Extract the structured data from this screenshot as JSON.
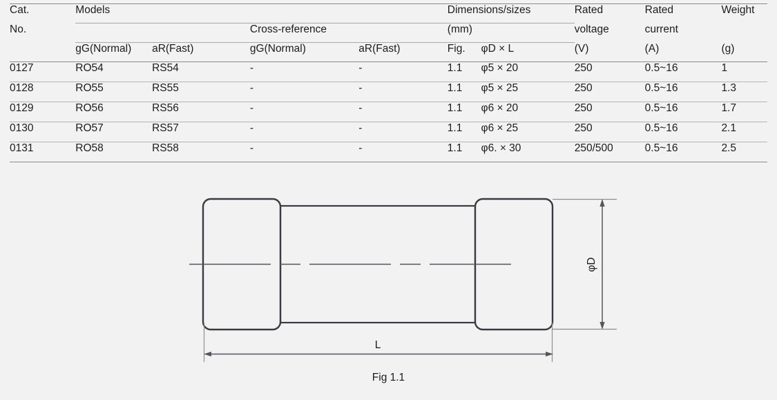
{
  "table": {
    "group_headers": {
      "cat_no_line1": "Cat.",
      "cat_no_line2": "No.",
      "models": "Models",
      "cross_reference": "Cross-reference",
      "dimensions_line1": "Dimensions/sizes",
      "dimensions_line2": "(mm)",
      "rated_voltage_line1": "Rated",
      "rated_voltage_line2": "voltage",
      "rated_voltage_unit": "(V)",
      "rated_current_line1": "Rated",
      "rated_current_line2": "current",
      "rated_current_unit": "(A)",
      "weight_line1": "Weight",
      "weight_unit": "(g)"
    },
    "sub_headers": {
      "models_gg": "gG(Normal)",
      "models_ar": "aR(Fast)",
      "xref_gg": "gG(Normal)",
      "xref_ar": "aR(Fast)",
      "fig": "Fig.",
      "dim": "φD × L"
    },
    "rows": [
      {
        "cat_no": "0127",
        "model_gg": "RO54",
        "model_ar": "RS54",
        "xref_gg": "-",
        "xref_ar": "-",
        "fig": "1.1",
        "dim": "φ5 × 20",
        "voltage": "250",
        "current": "0.5~16",
        "weight": "1"
      },
      {
        "cat_no": "0128",
        "model_gg": "RO55",
        "model_ar": "RS55",
        "xref_gg": "-",
        "xref_ar": "-",
        "fig": "1.1",
        "dim": "φ5 × 25",
        "voltage": "250",
        "current": "0.5~16",
        "weight": "1.3"
      },
      {
        "cat_no": "0129",
        "model_gg": "RO56",
        "model_ar": "RS56",
        "xref_gg": "-",
        "xref_ar": "-",
        "fig": "1.1",
        "dim": "φ6 × 20",
        "voltage": "250",
        "current": "0.5~16",
        "weight": "1.7"
      },
      {
        "cat_no": "0130",
        "model_gg": "RO57",
        "model_ar": "RS57",
        "xref_gg": "-",
        "xref_ar": "-",
        "fig": "1.1",
        "dim": "φ6 × 25",
        "voltage": "250",
        "current": "0.5~16",
        "weight": "2.1"
      },
      {
        "cat_no": "0131",
        "model_gg": "RO58",
        "model_ar": "RS58",
        "xref_gg": "-",
        "xref_ar": "-",
        "fig": "1.1",
        "dim": "φ6. × 30",
        "voltage": "250/500",
        "current": "0.5~16",
        "weight": "2.5"
      }
    ]
  },
  "figure": {
    "caption": "Fig 1.1",
    "length_label": "L",
    "diameter_label": "φD"
  },
  "colors": {
    "background": "#f2f2f2",
    "text": "#1c1c1c",
    "rule_strong": "#8a8a8a",
    "rule_light": "#b4b4b4",
    "drawing_outline": "#3a3a42",
    "dimension_line": "#55555c"
  }
}
